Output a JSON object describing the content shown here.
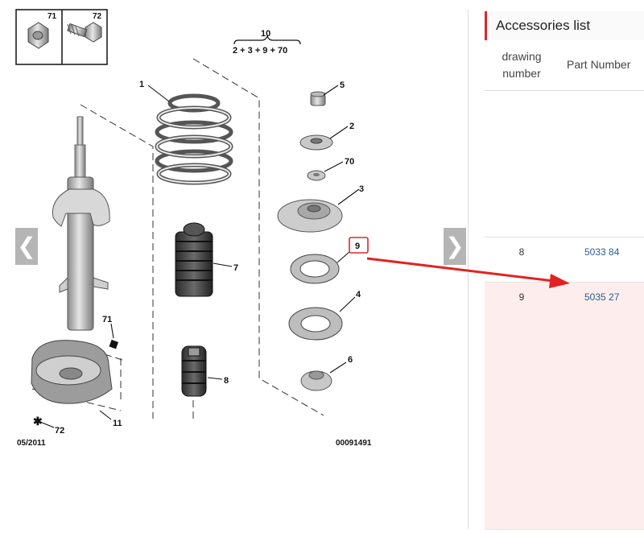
{
  "diagram": {
    "labels": {
      "l71_top": "71",
      "l72_top": "72",
      "l10": "10",
      "l10_formula": "2 + 3 + 9 + 70",
      "l1": "1",
      "l5": "5",
      "l2": "2",
      "l70": "70",
      "l3": "3",
      "l9": "9",
      "l7": "7",
      "l4": "4",
      "l6": "6",
      "l8": "8",
      "l71": "71",
      "l11": "11",
      "l72": "72"
    },
    "date": "05/2011",
    "code": "00091491",
    "highlight_color": "#d9282f"
  },
  "nav": {
    "prev": "❮",
    "next": "❯"
  },
  "panel": {
    "title": "Accessories list",
    "columns": {
      "drawing_number": "drawing number",
      "part_number": "Part Number"
    },
    "rows": [
      {
        "drawing_number": "8",
        "part_number": "5033 84"
      },
      {
        "drawing_number": "9",
        "part_number": "5035 27"
      }
    ],
    "accent_color": "#d9282f",
    "selected_row_color": "#fdeeed"
  }
}
